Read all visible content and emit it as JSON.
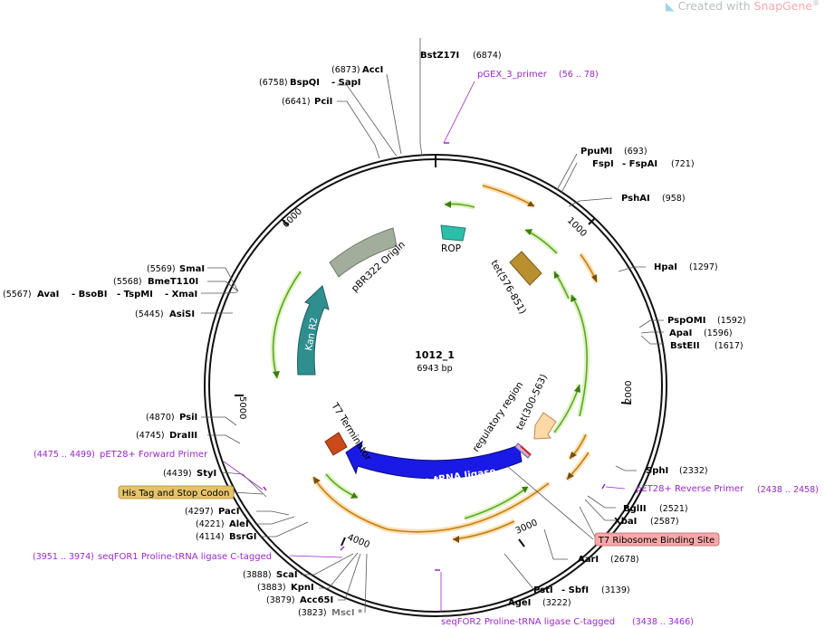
{
  "watermark": {
    "prefix": "Created with ",
    "brand": "SnapGene",
    "reg": "®"
  },
  "plasmid": {
    "name": "1012_1",
    "size": "6943 bp"
  },
  "ticks": [
    "1000",
    "2000",
    "3000",
    "4000",
    "5000",
    "6000"
  ],
  "features": {
    "rop": "ROP",
    "tet1": "tet(576-851)",
    "ori": "pBR322 Origin",
    "kan": "Kan R2",
    "t7term": "T7 Terminator",
    "ligase": "Proline-tRNA ligase",
    "reg": "regulatory region",
    "tet2": "tet(300-563)"
  },
  "enzymes": [
    {
      "name": "BstZ17I",
      "pos": "(6874)"
    },
    {
      "name": "AccI",
      "pos": "(6873)"
    },
    {
      "name": "BspQI",
      "pos": "(6758)"
    },
    {
      "name": "- SapI",
      "pos": ""
    },
    {
      "name": "PciI",
      "pos": "(6641)"
    },
    {
      "name": "PpuMI",
      "pos": "(693)"
    },
    {
      "name": "FspI",
      "pos": ""
    },
    {
      "name": "- FspAI",
      "pos": "(721)"
    },
    {
      "name": "PshAI",
      "pos": "(958)"
    },
    {
      "name": "HpaI",
      "pos": "(1297)"
    },
    {
      "name": "PspOMI",
      "pos": "(1592)"
    },
    {
      "name": "ApaI",
      "pos": "(1596)"
    },
    {
      "name": "BstEII",
      "pos": "(1617)"
    },
    {
      "name": "SphI",
      "pos": "(2332)"
    },
    {
      "name": "BglII",
      "pos": "(2521)"
    },
    {
      "name": "XbaI",
      "pos": "(2587)"
    },
    {
      "name": "AarI",
      "pos": "(2678)"
    },
    {
      "name": "PstI",
      "pos": ""
    },
    {
      "name": "- SbfI",
      "pos": "(3139)"
    },
    {
      "name": "AgeI",
      "pos": "(3222)"
    },
    {
      "name": "SmaI",
      "pos": "(5569)"
    },
    {
      "name": "BmeT110I",
      "pos": "(5568)"
    },
    {
      "name": "AvaI",
      "pos": "(5567)"
    },
    {
      "name": "- BsoBI",
      "pos": ""
    },
    {
      "name": "- TspMI",
      "pos": ""
    },
    {
      "name": "- XmaI",
      "pos": ""
    },
    {
      "name": "AsiSI",
      "pos": "(5445)"
    },
    {
      "name": "PsiI",
      "pos": "(4870)"
    },
    {
      "name": "DraIII",
      "pos": "(4745)"
    },
    {
      "name": "StyI",
      "pos": "(4439)"
    },
    {
      "name": "PacI",
      "pos": "(4297)"
    },
    {
      "name": "AleI",
      "pos": "(4221)"
    },
    {
      "name": "BsrGI",
      "pos": "(4114)"
    },
    {
      "name": "ScaI",
      "pos": "(3888)"
    },
    {
      "name": "KpnI",
      "pos": "(3883)"
    },
    {
      "name": "Acc65I",
      "pos": "(3879)"
    },
    {
      "name": "MscI *",
      "pos": "(3823)"
    }
  ],
  "primers": [
    {
      "name": "pGEX_3_primer",
      "range": "(56 .. 78)"
    },
    {
      "name": "pET28+ Forward Primer",
      "range": "(4475 .. 4499)"
    },
    {
      "name": "pET28+ Reverse Primer",
      "range": "(2438 .. 2458)"
    },
    {
      "name": "seqFOR1 Proline-tRNA ligase C-tagged",
      "range": "(3951 .. 3974)"
    },
    {
      "name": "seqFOR2 Proline-tRNA ligase C-tagged",
      "range": "(3438 .. 3466)"
    }
  ],
  "boxed": [
    {
      "label": "His Tag and Stop Codon",
      "color": "#e5c36a"
    },
    {
      "label": "T7 Ribosome Binding Site",
      "color": "#f7a8a8"
    }
  ],
  "colors": {
    "primer": "#9b27c9",
    "ligase": "#1a1ae6",
    "kan": "#2f8f8f",
    "ori": "#a3ad9c",
    "rop": "#2bbfaa",
    "tet": "#b8912e",
    "t7term": "#cc4a1a",
    "reg": "#ffd8a8",
    "orf_green": "#6cbf2a",
    "orf_orange": "#c98a1a"
  }
}
